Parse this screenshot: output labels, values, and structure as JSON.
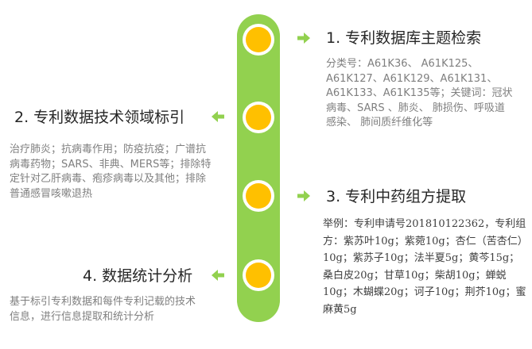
{
  "colors": {
    "track": "#92d14f",
    "node": "#ffc000",
    "title": "#262626",
    "desc": "#7f7f7f",
    "desc_dark": "#404040"
  },
  "steps": [
    {
      "title": "1. 专利数据库主题检索",
      "desc": "分类号：A61K36、 A61K125、A61K127、A61K129、A61K131、A61K133、A61K135等；关键词：冠状病毒、SARS 、肺炎、 肺损伤、呼吸道感染、 肺间质纤维化等"
    },
    {
      "title": "2. 专利数据技术领域标引",
      "desc": "治疗肺炎；抗病毒作用；防疫抗疫；广谱抗病毒药物；SARS、非典、MERS等；排除特定针对乙肝病毒、疱疹病毒以及其他；排除普通感冒咳嗽退热"
    },
    {
      "title": "3. 专利中药组方提取",
      "desc": "举例：专利申请号201810122362，专利组方：紫苏叶10g；紫菀10g；杏仁（苦杏仁）10g；紫苏子10g；法半夏5g；黄芩15g；桑白皮20g；甘草10g；柴胡10g；蝉蜕10g；木蝴蝶20g；诃子10g；荆芥10g；蜜麻黄5g"
    },
    {
      "title": "4. 数据统计分析",
      "desc": "基于标引专利数据和每件专利记载的技术信息，进行信息提取和统计分析"
    }
  ]
}
